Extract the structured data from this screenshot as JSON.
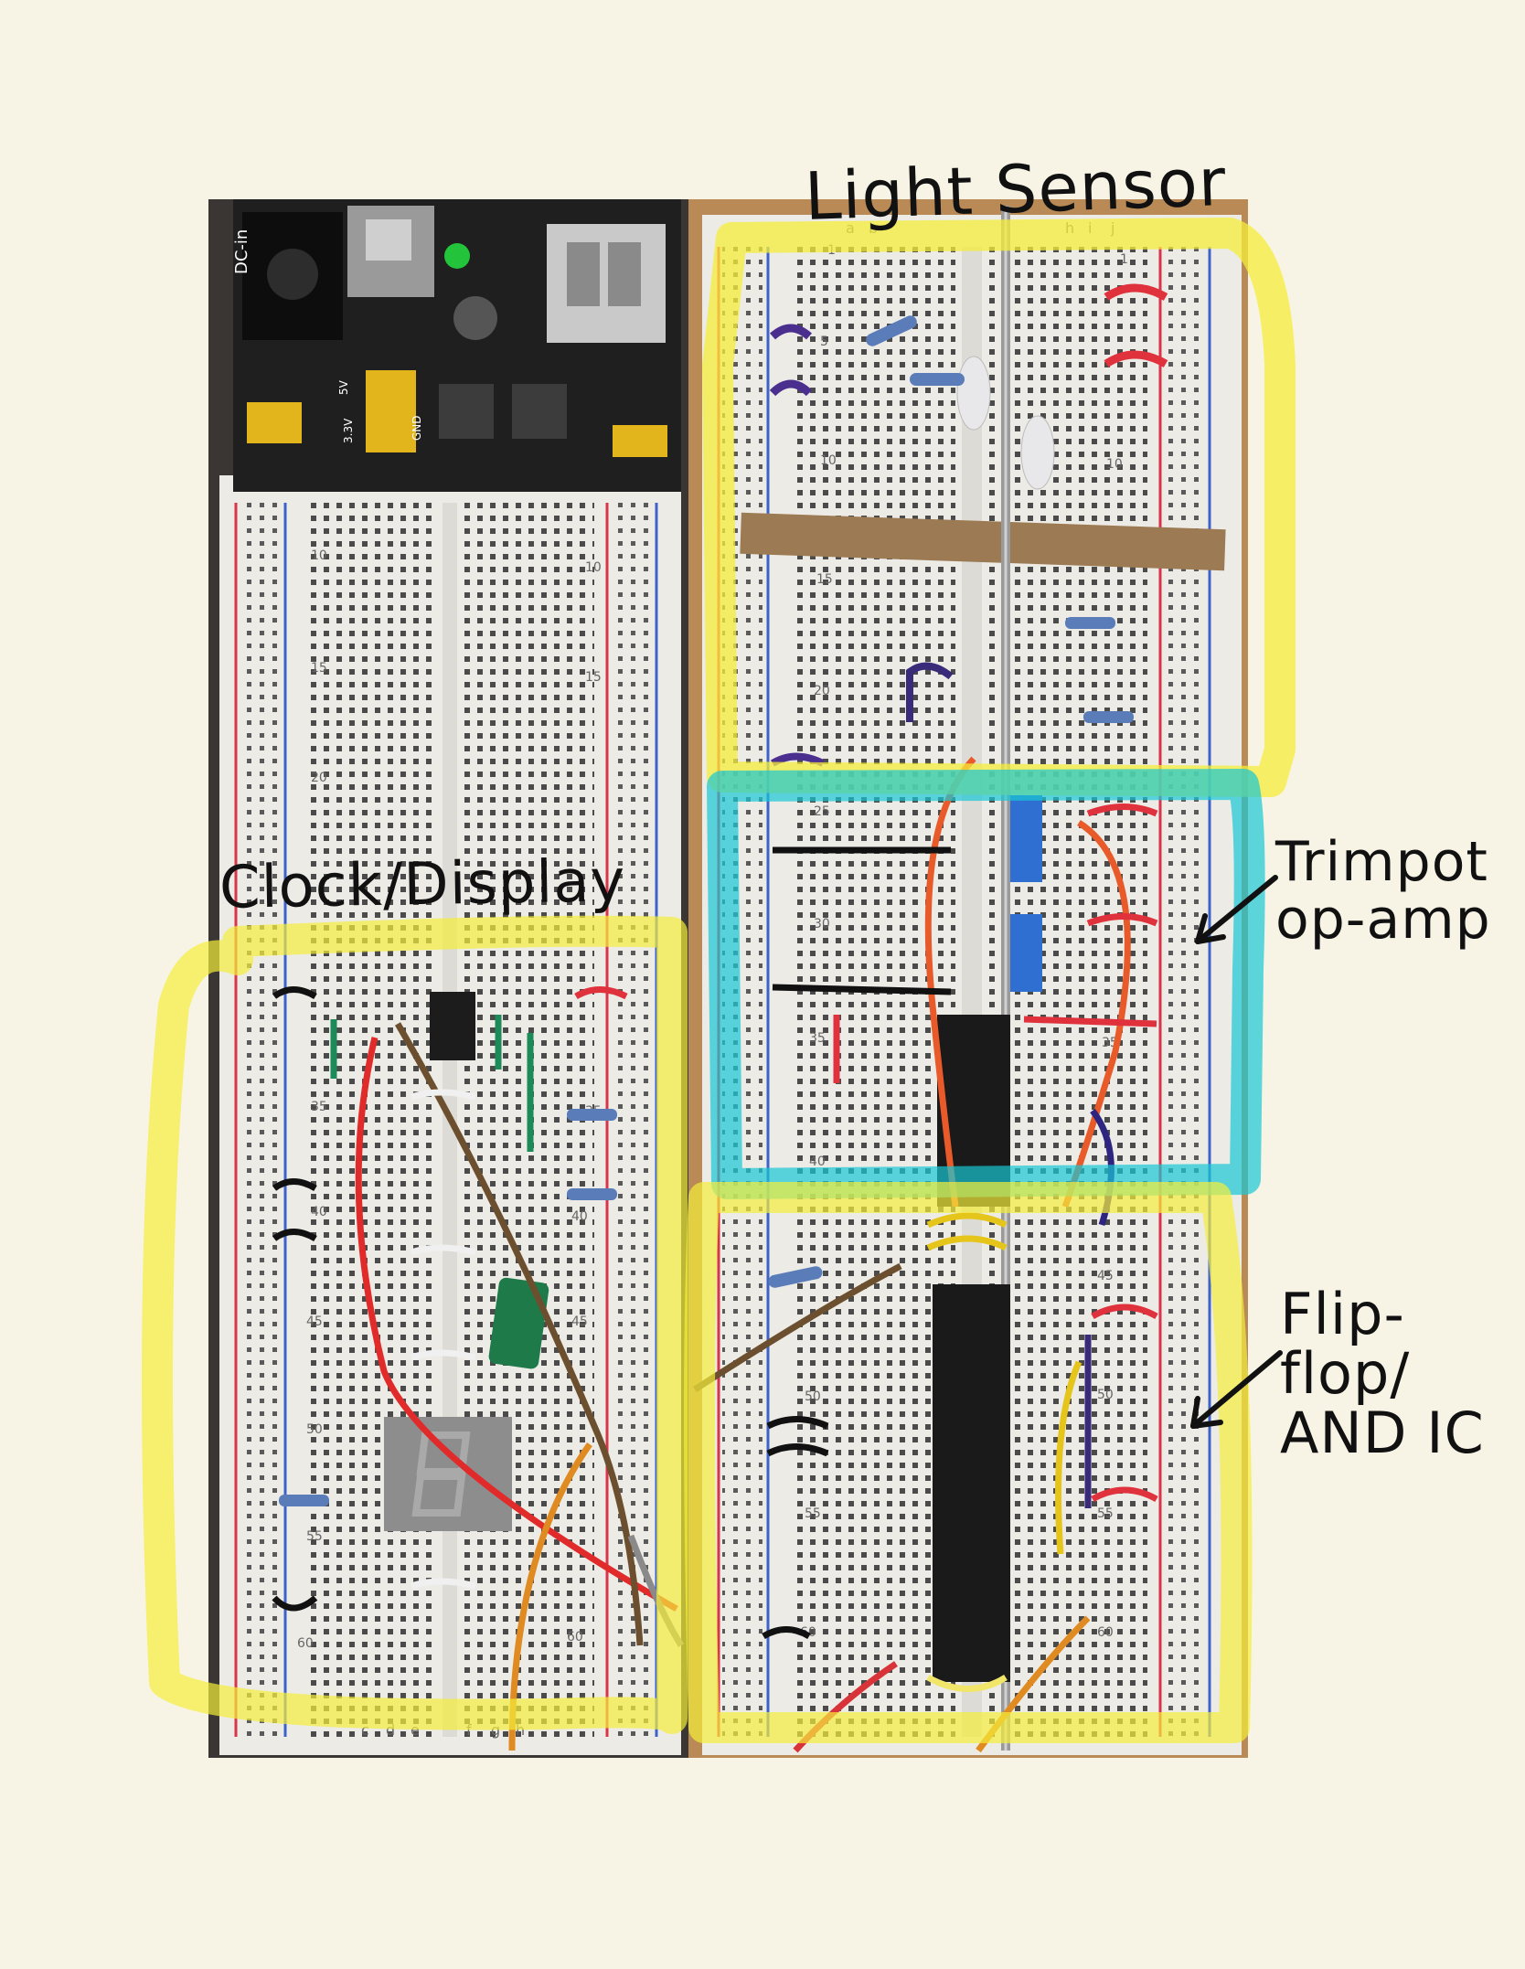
{
  "labels": {
    "light_sensor": "Light Sensor",
    "clock_display": "Clock/Display",
    "trimpot_opamp": "Trimpot\nop-amp",
    "flip_flop_and": "Flip-flop/\nAND IC"
  },
  "colors": {
    "background": "#f7f4e6",
    "highlight_yellow": "#f5ee3a",
    "highlight_cyan": "#18c8d4",
    "breadboard": "#ecebe6",
    "power_rail_red": "#d9344a",
    "power_rail_blue": "#3d63c9"
  },
  "board_numbers": {
    "rows": [
      "1",
      "5",
      "10",
      "15",
      "20",
      "25",
      "30",
      "35",
      "40",
      "45",
      "50",
      "55",
      "60"
    ],
    "columns_left": [
      "a",
      "b",
      "c",
      "d",
      "e"
    ],
    "columns_right": [
      "f",
      "g",
      "h",
      "i",
      "j"
    ]
  },
  "power_module": {
    "dc_in": "DC-in",
    "v5": "5V",
    "v33": "3.3V",
    "gnd": "GND"
  },
  "icons": [
    "power-module-icon",
    "usb-port-icon",
    "led-icon",
    "capacitor-icon",
    "seven-segment-display-icon",
    "ic-chip-icon",
    "resistor-icon",
    "photodiode-icon",
    "trimpot-icon",
    "arrow-icon"
  ]
}
